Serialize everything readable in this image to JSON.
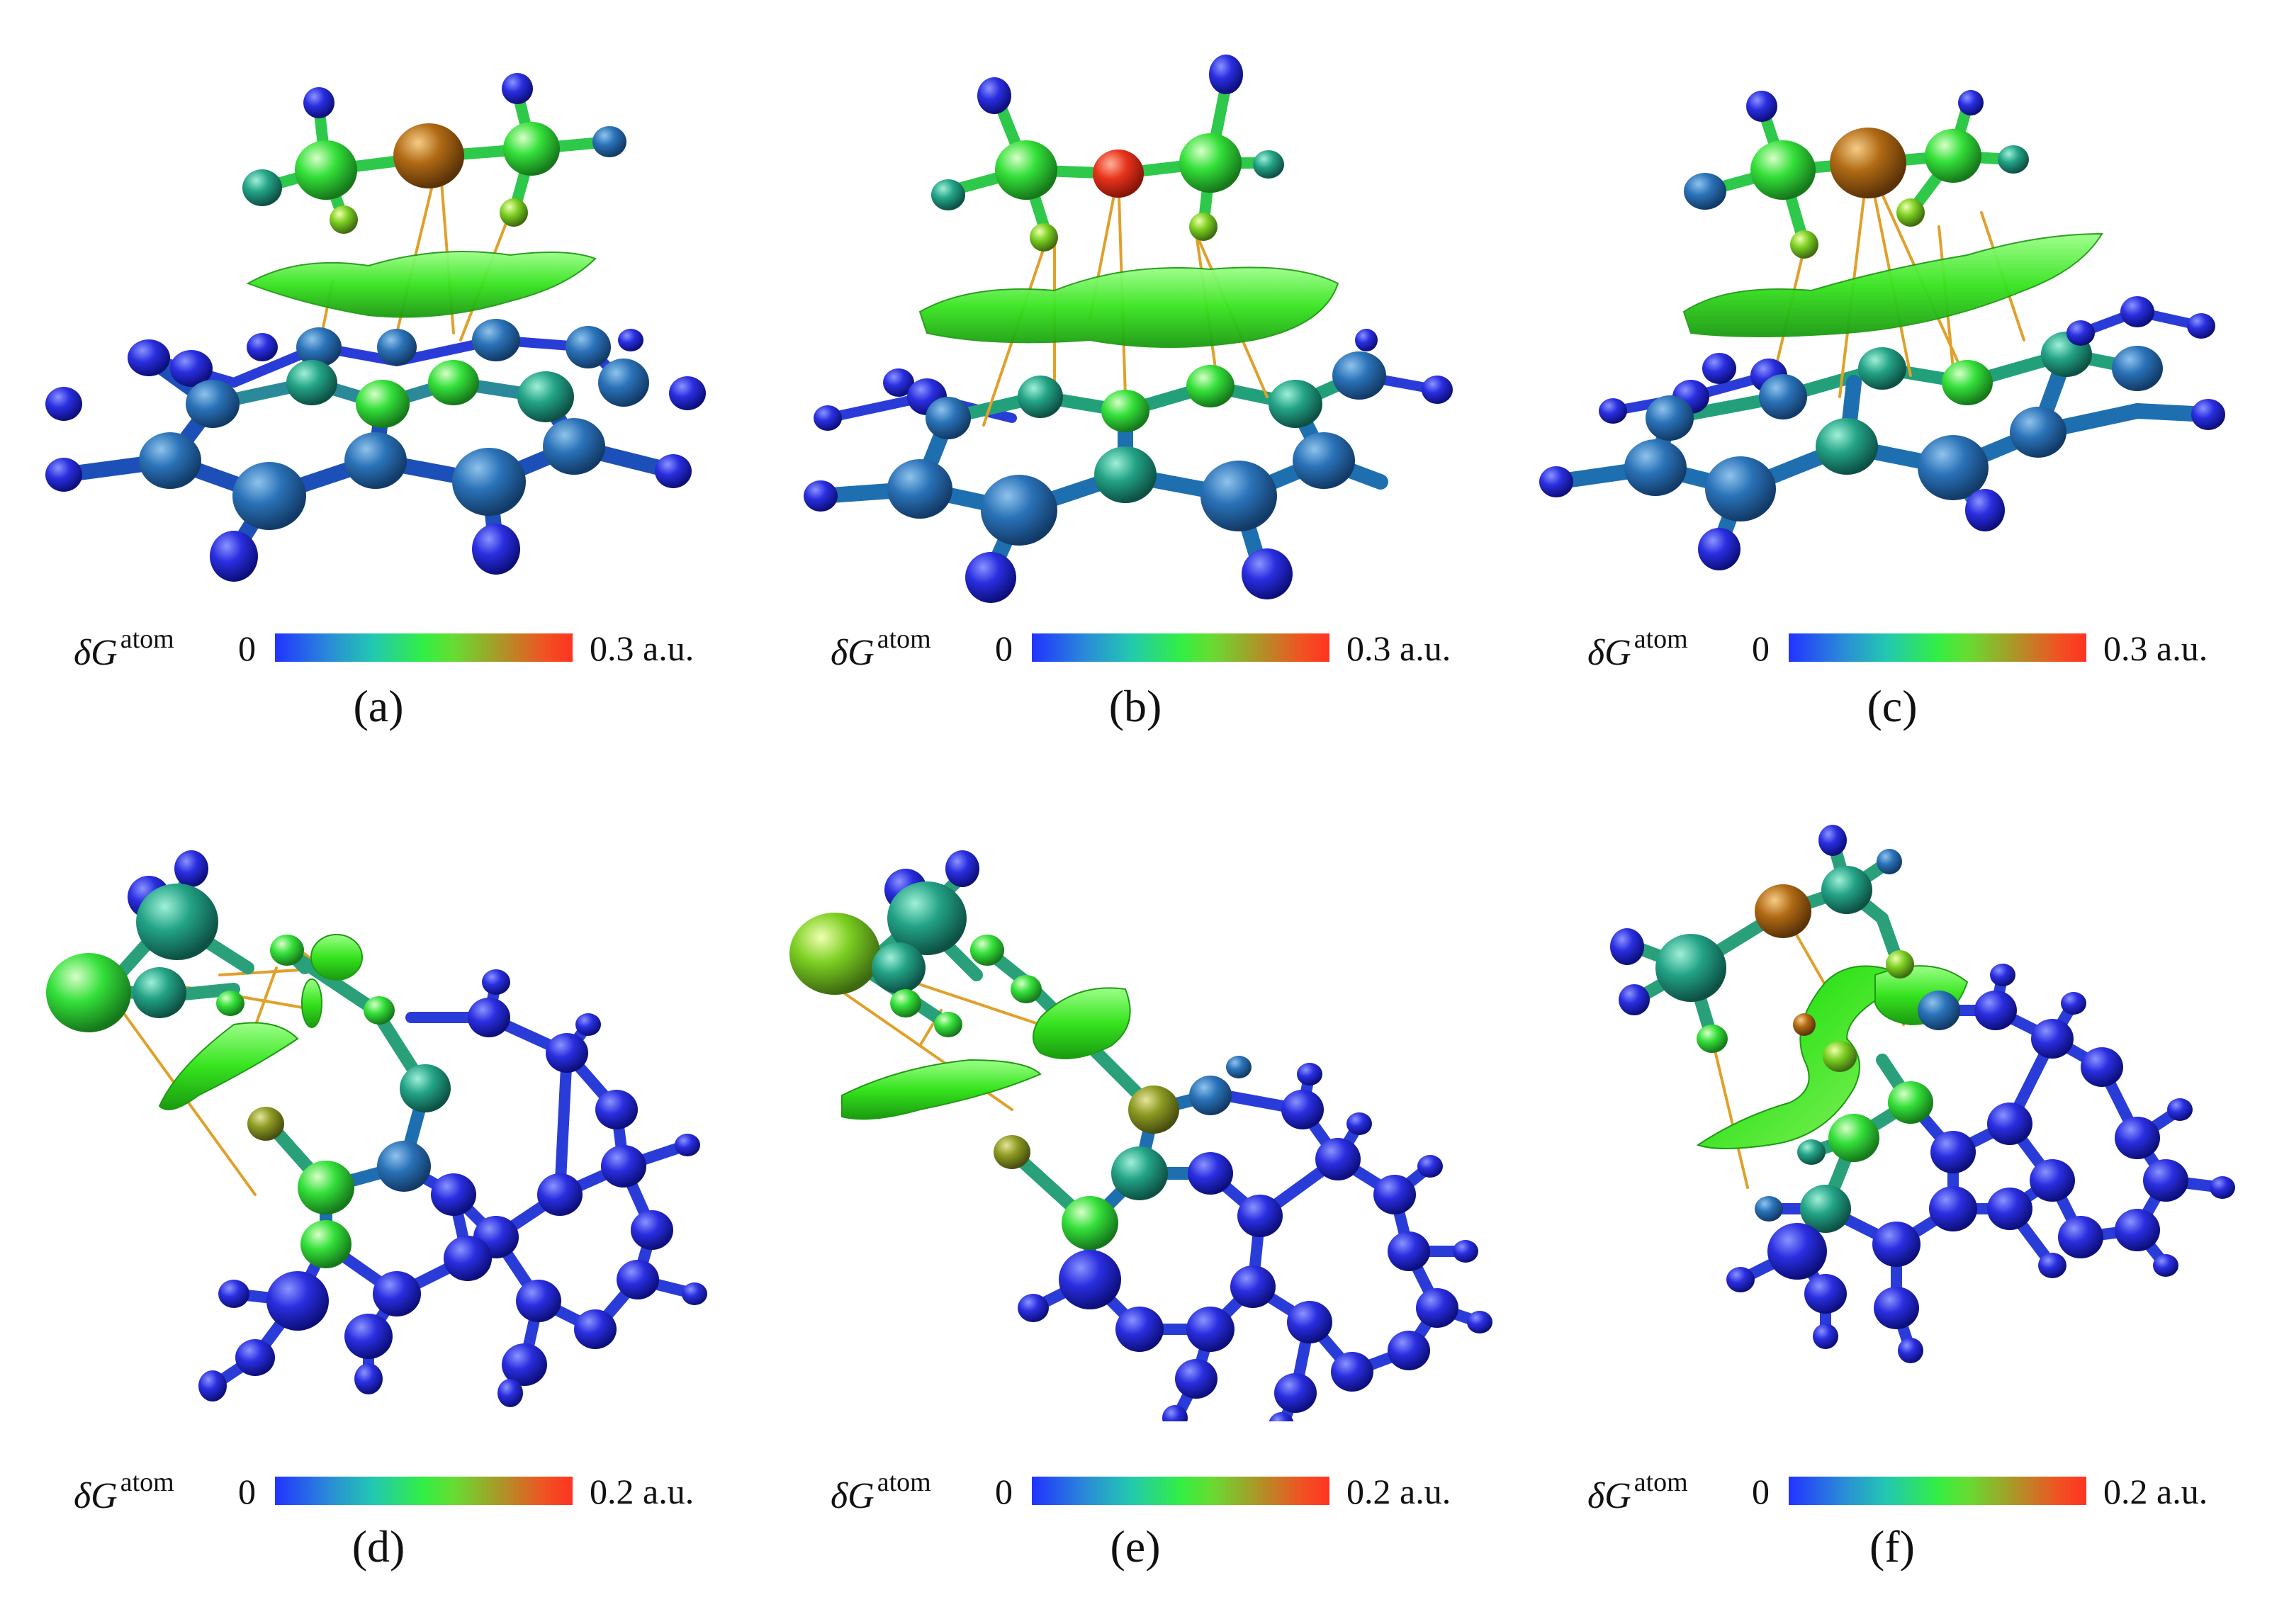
{
  "colorbar": {
    "symbol": "δG",
    "superscript": "atom",
    "min": "0",
    "gradient_colors": [
      "#2233ff",
      "#22c8b0",
      "#33ee44",
      "#a89a28",
      "#ff3322"
    ]
  },
  "panels": [
    {
      "label": "(a)",
      "max": "0.3 a.u."
    },
    {
      "label": "(b)",
      "max": "0.3 a.u."
    },
    {
      "label": "(c)",
      "max": "0.3 a.u."
    },
    {
      "label": "(d)",
      "max": "0.2 a.u."
    },
    {
      "label": "(e)",
      "max": "0.2 a.u."
    },
    {
      "label": "(f)",
      "max": "0.2 a.u."
    }
  ]
}
